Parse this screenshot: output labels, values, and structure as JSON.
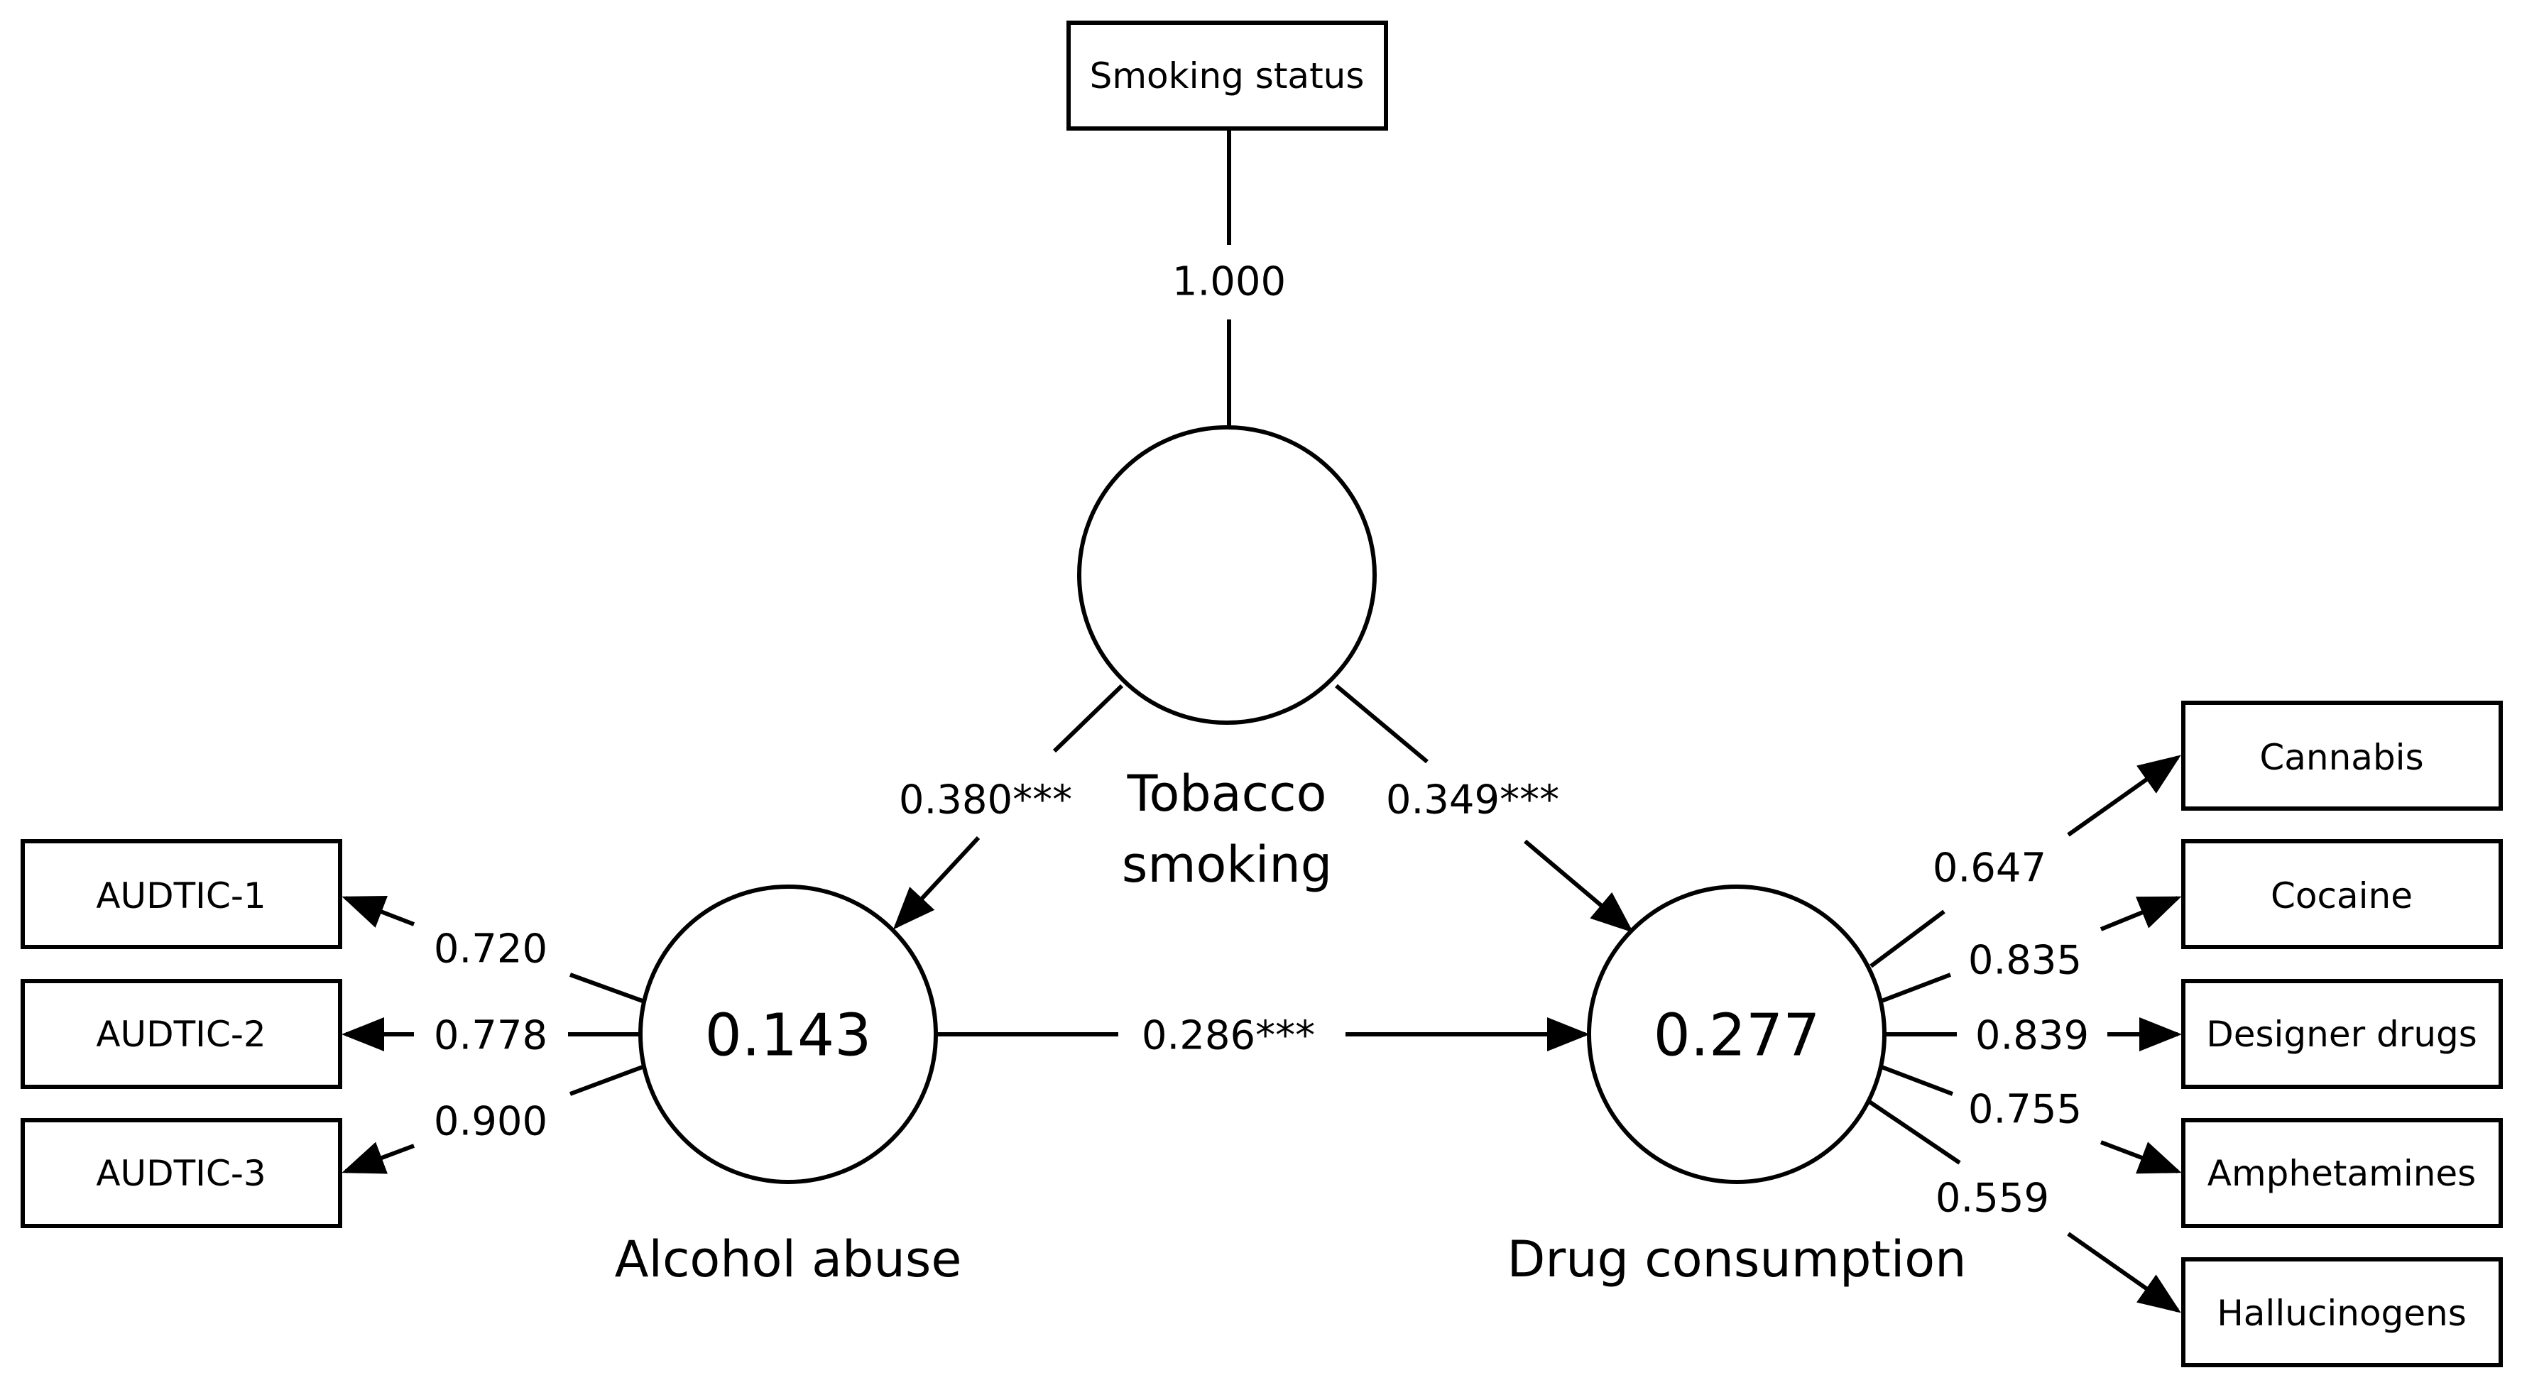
{
  "constructs": {
    "tobacco": {
      "name_line1": "Tobacco",
      "name_line2": "smoking",
      "r2": ""
    },
    "alcohol": {
      "name": "Alcohol abuse",
      "r2": "0.143"
    },
    "drug": {
      "name": "Drug consumption",
      "r2": "0.277"
    }
  },
  "indicators": {
    "tobacco": [
      {
        "label": "Smoking status",
        "loading": "1.000"
      }
    ],
    "alcohol": [
      {
        "label": "AUDTIC-1",
        "loading": "0.720"
      },
      {
        "label": "AUDTIC-2",
        "loading": "0.778"
      },
      {
        "label": "AUDTIC-3",
        "loading": "0.900"
      }
    ],
    "drug": [
      {
        "label": "Cannabis",
        "loading": "0.647"
      },
      {
        "label": "Cocaine",
        "loading": "0.835"
      },
      {
        "label": "Designer drugs",
        "loading": "0.839"
      },
      {
        "label": "Amphetamines",
        "loading": "0.755"
      },
      {
        "label": "Hallucinogens",
        "loading": "0.559"
      }
    ]
  },
  "paths": {
    "tobacco_to_alcohol": "0.380***",
    "tobacco_to_drug": "0.349***",
    "alcohol_to_drug": "0.286***"
  }
}
